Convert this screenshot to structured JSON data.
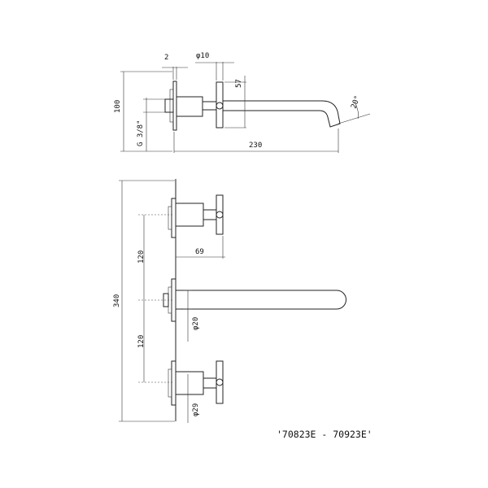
{
  "dimensions": {
    "top_view": {
      "wall_plate_thickness": "2",
      "spout_diameter": "φ10",
      "handle_height": "57",
      "spout_angle": "20°",
      "total_height": "100",
      "thread": "G 3/8\"",
      "spout_length": "230"
    },
    "front_view": {
      "total_height": "340",
      "handle_spacing_upper": "120",
      "handle_spacing_lower": "120",
      "handle_projection": "69",
      "spout_diameter": "φ20",
      "rosette_diameter": "φ29"
    }
  },
  "product_codes": "'70823E - 70923E'"
}
